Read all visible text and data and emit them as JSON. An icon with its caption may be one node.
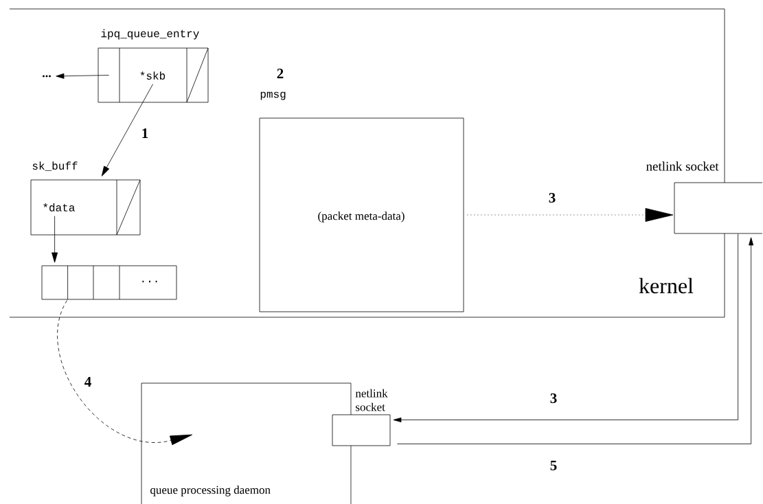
{
  "diagram": {
    "nodes": [
      {
        "text": [
          "kernel"
        ]
      },
      {
        "text": [
          "ipq_queue_entry",
          "*skb"
        ],
        "in": 0
      },
      {
        "text": [
          "..."
        ],
        "in": 0
      },
      {
        "text": [
          "sk_buff",
          "*data"
        ],
        "in": 0
      },
      {
        "text": [
          "..."
        ],
        "in": 0
      },
      {
        "text": [
          "pmsg",
          "(packet meta-data)"
        ],
        "in": 0
      },
      {
        "text": [
          "netlink socket"
        ]
      },
      {
        "text": [
          "queue processing daemon"
        ]
      },
      {
        "text": [
          "netlink socket"
        ]
      }
    ],
    "edges": [
      {
        "from": 1,
        "to": 2,
        "arrow": "to"
      },
      {
        "from": 1,
        "to": 3,
        "arrow": "to",
        "label": "1"
      },
      {
        "from": 3,
        "to": 4,
        "arrow": "to"
      },
      {
        "from": 4,
        "to": 7,
        "arrow": "to",
        "label": "4",
        "style": "dashed"
      },
      {
        "from": 5,
        "to": 6,
        "arrow": "to",
        "label": "3",
        "style": "dashed"
      },
      {
        "from": 6,
        "to": 8,
        "arrow": "to",
        "label": "3"
      },
      {
        "from": 8,
        "to": 6,
        "arrow": "to",
        "label": "5"
      }
    ],
    "labels": [
      "2"
    ]
  }
}
